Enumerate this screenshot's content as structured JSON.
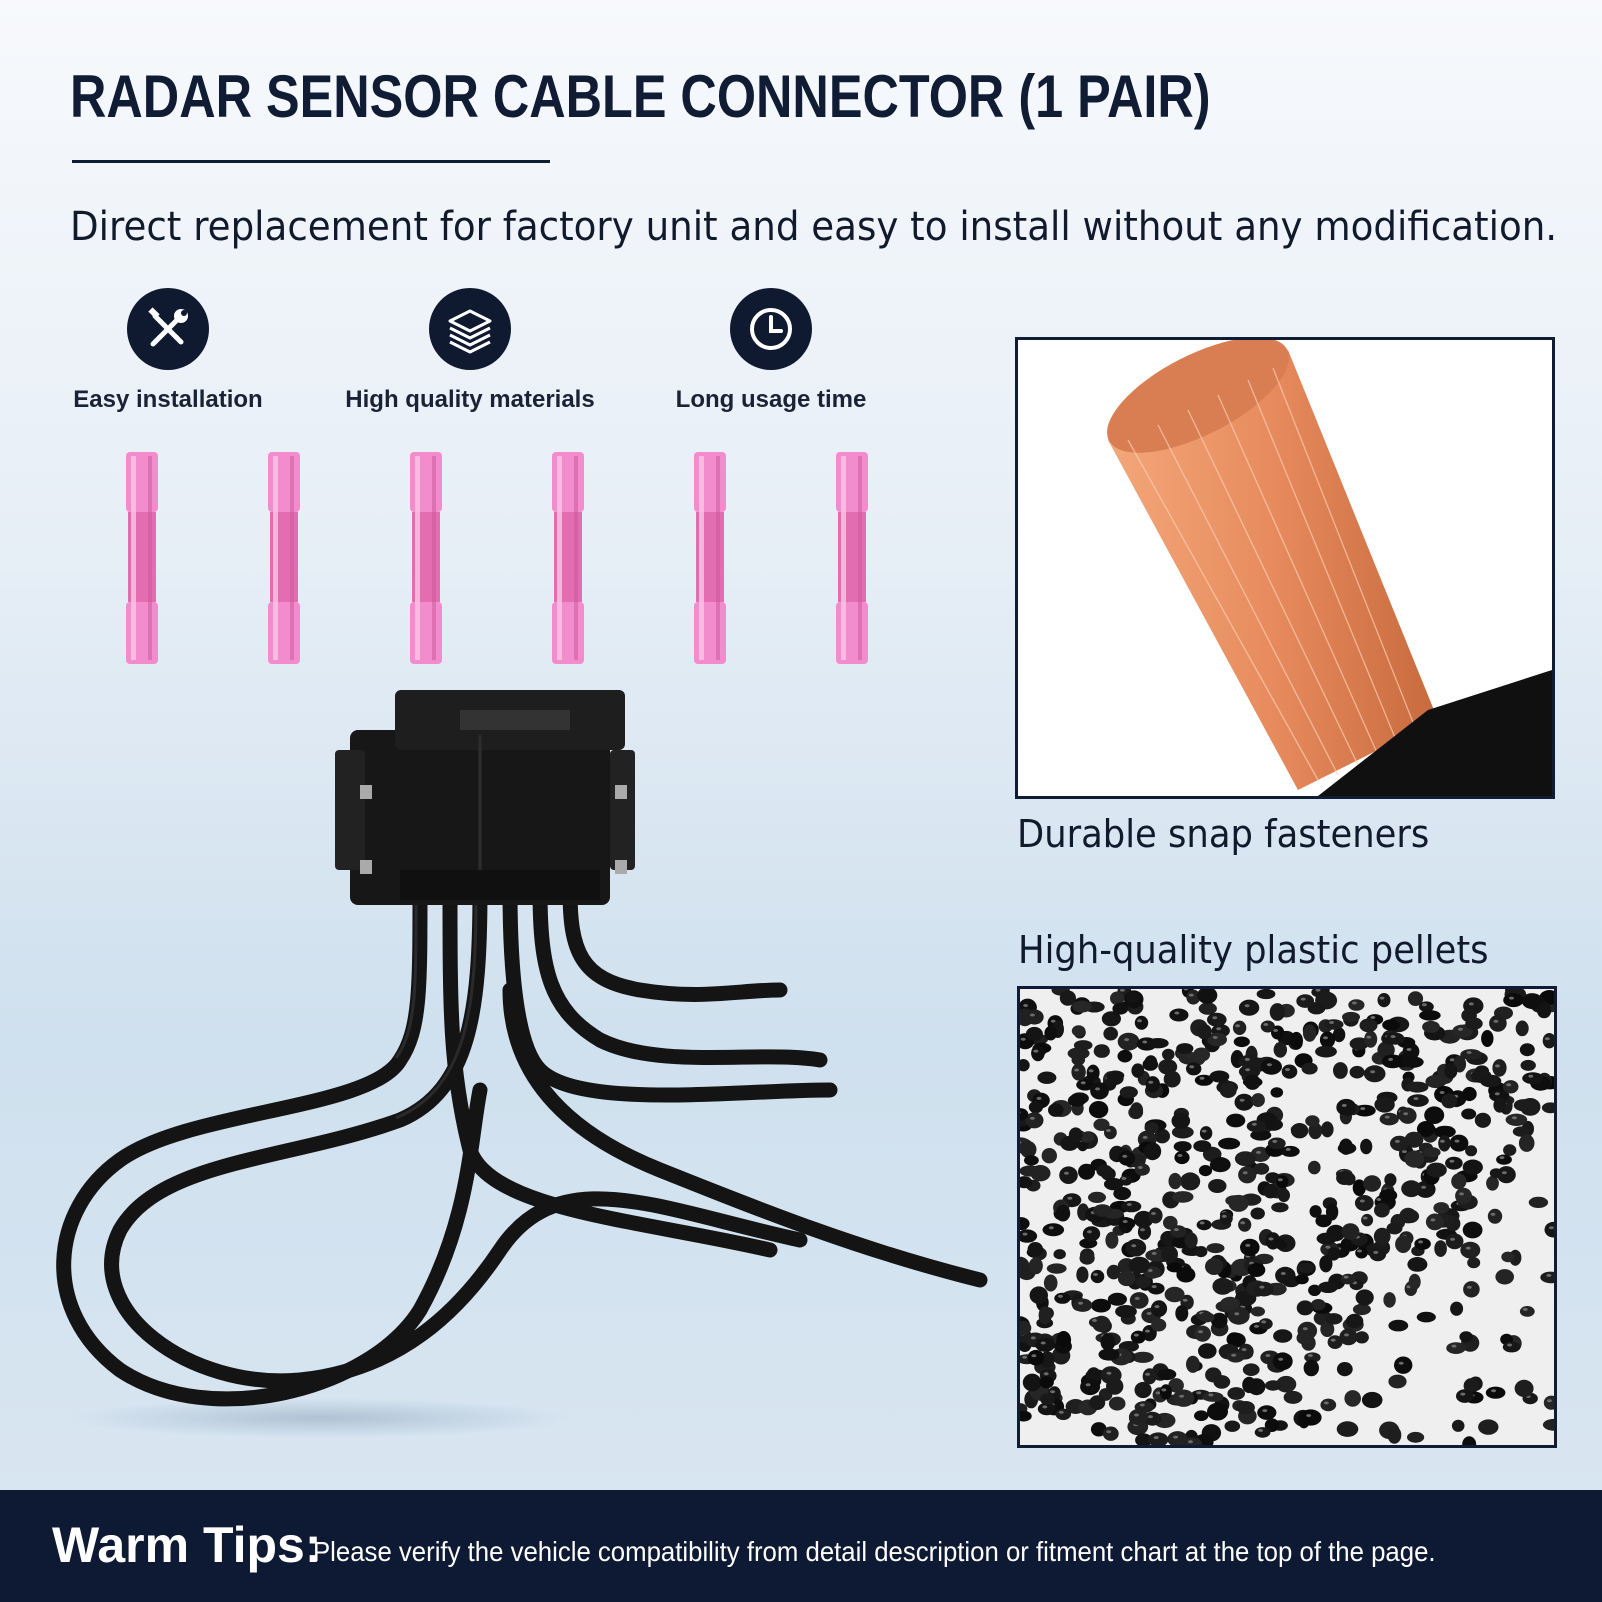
{
  "header": {
    "title": "RADAR SENSOR CABLE CONNECTOR (1 PAIR)",
    "subtitle": "Direct replacement for factory unit and easy to install without any modification."
  },
  "features": [
    {
      "icon": "tools-icon",
      "label": "Easy installation"
    },
    {
      "icon": "layers-icon",
      "label": "High quality materials"
    },
    {
      "icon": "clock-icon",
      "label": "Long usage time"
    }
  ],
  "photos": {
    "copper_caption": "Durable snap fasteners",
    "pellets_caption": "High-quality plastic pellets"
  },
  "footer": {
    "tips_title": "Warm Tips:",
    "tips_text": "Please verify the vehicle compatibility from detail description or fitment chart at the top of the page."
  },
  "colors": {
    "navy": "#0f1a30",
    "tube_pink": "#f38bc8",
    "copper": "#e0875a"
  }
}
